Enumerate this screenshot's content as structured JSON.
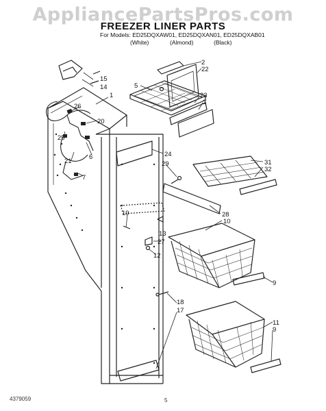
{
  "watermark": "AppliancePartsPros.com",
  "header": {
    "title": "FREEZER LINER PARTS",
    "models": "For Models: ED25DQXAW01, ED25DQXAN01, ED25DQXAB01",
    "variants": [
      "(White)",
      "(Almond)",
      "(Black)"
    ]
  },
  "callouts": [
    "1",
    "2",
    "22",
    "5",
    "15",
    "14",
    "23",
    "3",
    "26",
    "20",
    "25",
    "6",
    "21",
    "7",
    "24",
    "29",
    "31",
    "32",
    "19",
    "13",
    "27",
    "12",
    "28",
    "10",
    "9",
    "18",
    "17",
    "11",
    "9"
  ],
  "footer": {
    "code": "4379059",
    "page": "5"
  }
}
